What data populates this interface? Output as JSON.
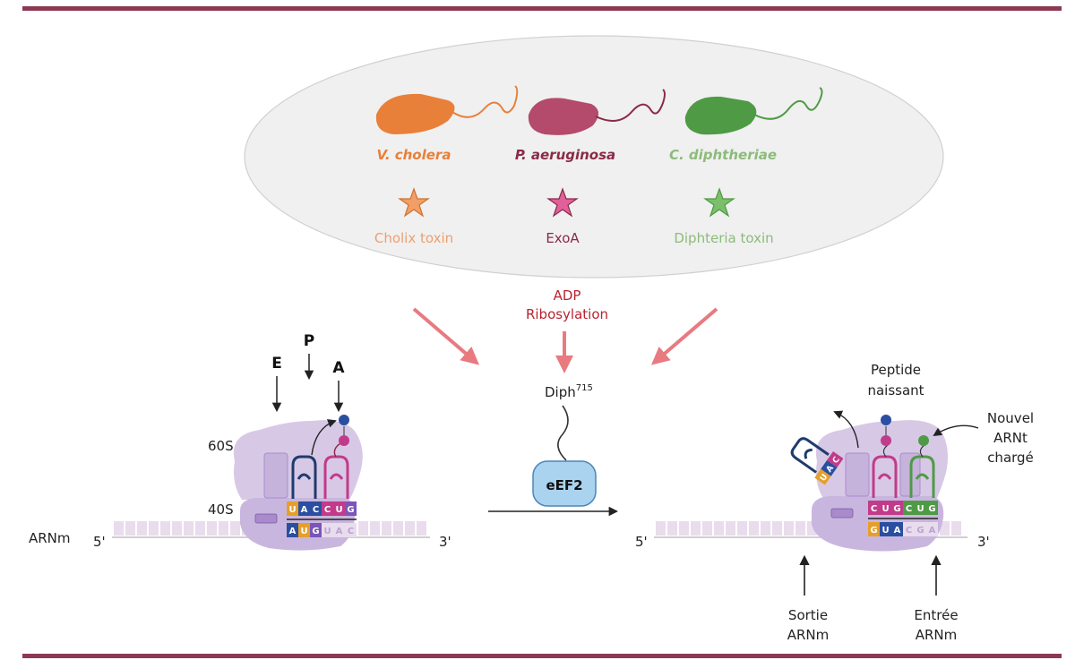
{
  "bacteria": [
    {
      "name": "V. cholera",
      "toxin": "Cholix toxin",
      "color": "#e8803a",
      "toxin_color": "#eba070",
      "star_color": "#f0a066"
    },
    {
      "name": "P. aeruginosa",
      "toxin": "ExoA",
      "color": "#8a2b48",
      "toxin_color": "#8a2b48",
      "star_color": "#e0609a"
    },
    {
      "name": "C. diphtheriae",
      "toxin": "Diphteria toxin",
      "color": "#7aaa68",
      "toxin_color": "#8dbb7a",
      "star_color": "#7cbf6a"
    }
  ],
  "center": {
    "adp_line1": "ADP",
    "adp_line2": "Ribosylation",
    "diph_base": "Diph",
    "diph_sup": "715",
    "eef2": "eEF2"
  },
  "left_ribosome": {
    "site_e": "E",
    "site_p": "P",
    "site_a": "A",
    "sub60": "60S",
    "sub40": "40S",
    "mrna_label": "ARNm",
    "five_prime": "5'",
    "three_prime": "3'",
    "anticodons": [
      "U",
      "A",
      "C",
      "C",
      "U",
      "G"
    ],
    "codons": [
      "A",
      "U",
      "G",
      "U",
      "A",
      "C"
    ]
  },
  "right_ribosome": {
    "peptide_line1": "Peptide",
    "peptide_line2": "naissant",
    "new_trna_line1": "Nouvel",
    "new_trna_line2": "ARNt",
    "new_trna_line3": "chargé",
    "exit_line1": "Sortie",
    "exit_line2": "ARNm",
    "entry_line1": "Entrée",
    "entry_line2": "ARNm",
    "five_prime": "5'",
    "three_prime": "3'",
    "anticodons": [
      "C",
      "U",
      "G",
      "C",
      "U",
      "G"
    ],
    "codons": [
      "G",
      "U",
      "A",
      "C",
      "G",
      "A"
    ],
    "released_trna": [
      "U",
      "A",
      "C"
    ]
  },
  "colors": {
    "frame": "#8b3a52",
    "ribosome": "#d7c9e6",
    "ribosome_dark": "#b9a3d3",
    "arrow_red": "#e87a80",
    "adp_text": "#b8232f",
    "eef2_fill": "#a9d3ef",
    "eef2_stroke": "#4a86b8"
  }
}
